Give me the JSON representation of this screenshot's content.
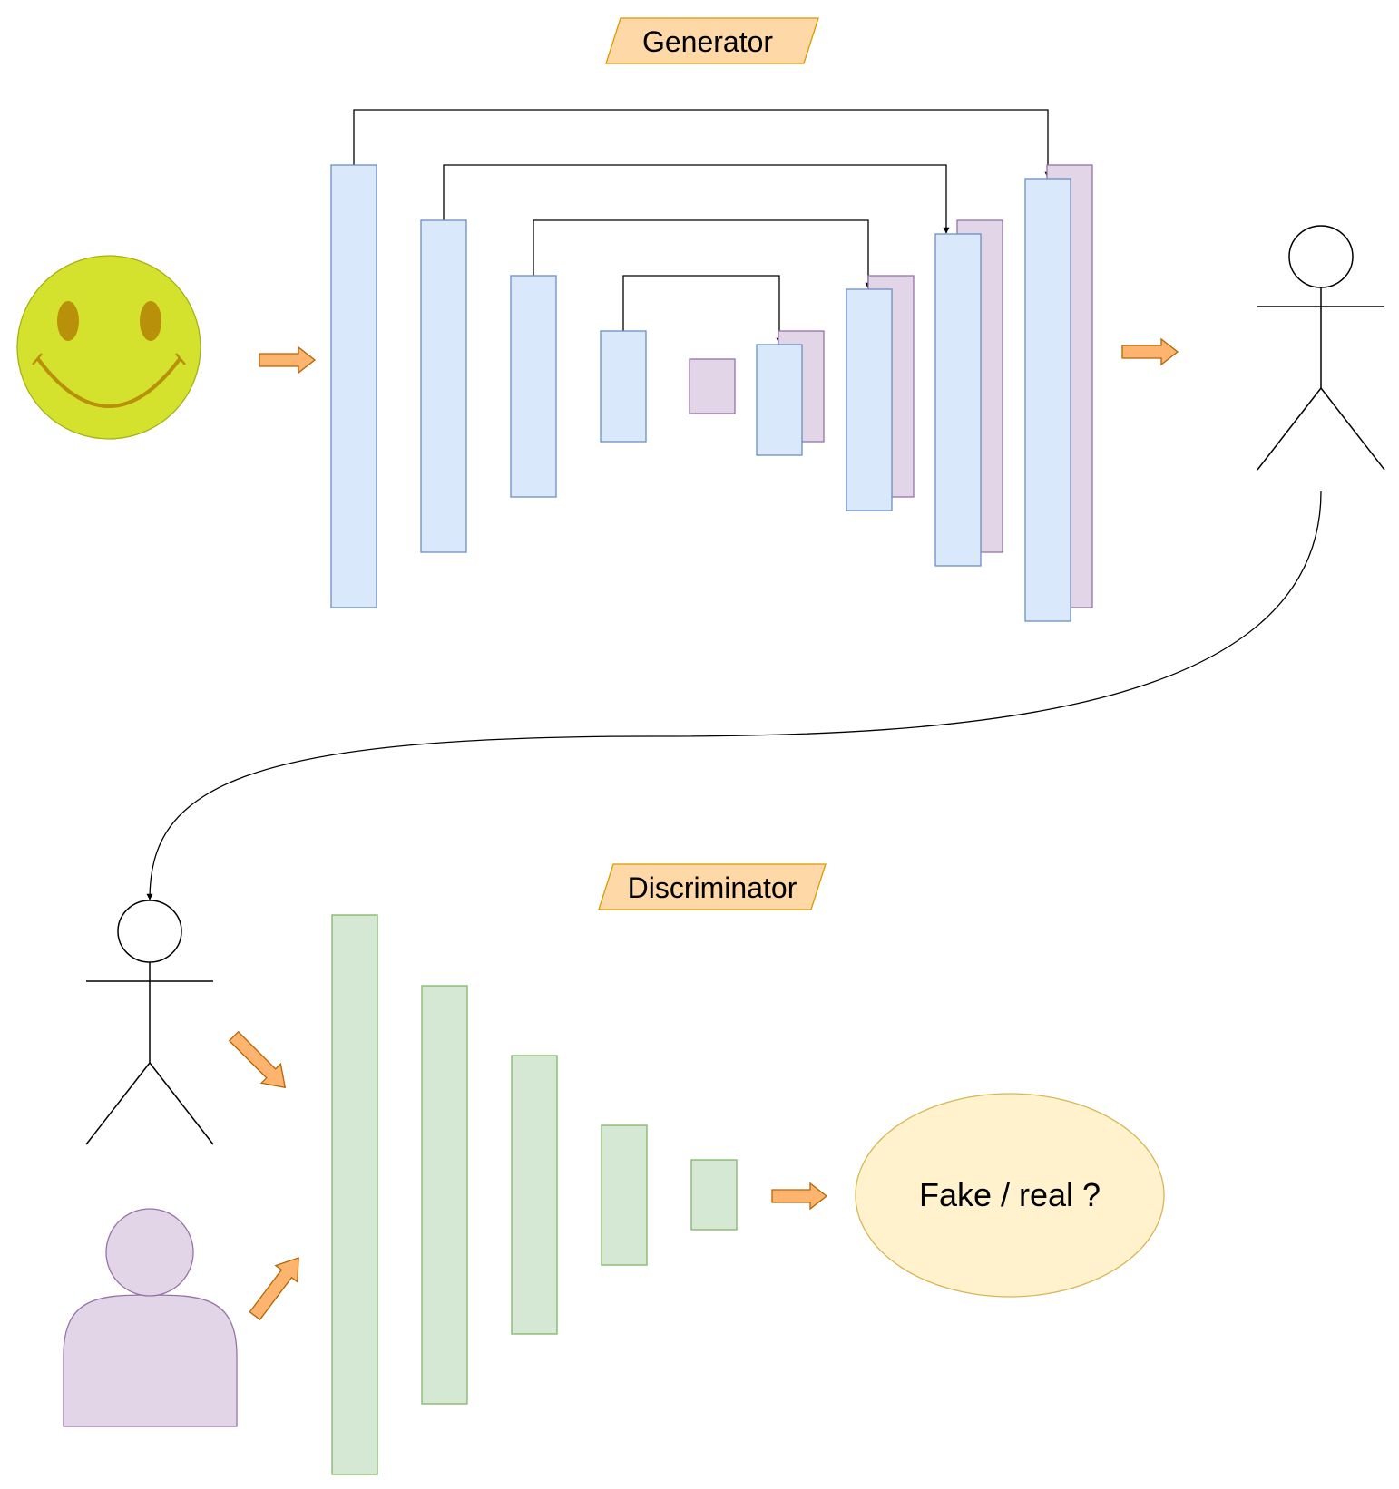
{
  "generator": {
    "label": "Generator",
    "label_fill": "#ffd8a8",
    "label_stroke": "#d79b00"
  },
  "discriminator": {
    "label": "Discriminator",
    "label_fill": "#ffd8a8",
    "label_stroke": "#d79b00"
  },
  "output": {
    "label": "Fake / real ?",
    "fill": "#fff2cc",
    "stroke": "#d6b656"
  },
  "icons": {
    "input": "smiley-face-icon",
    "generated_output": "stick-figure-icon",
    "fake_sample": "stick-figure-icon",
    "real_sample": "person-icon"
  },
  "colors": {
    "encoder_block": "#dae8fc",
    "decoder_concat_block": "#e1d5e7",
    "discriminator_block": "#d5e8d4",
    "flow_arrow": "#fdb46f",
    "smiley": "#d4e22e"
  }
}
